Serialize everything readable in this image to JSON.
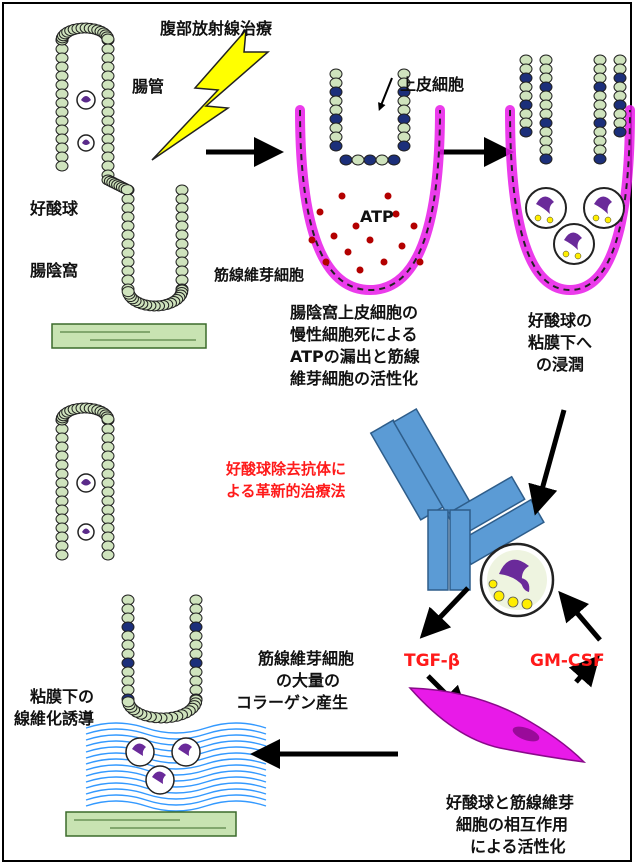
{
  "labels": {
    "radiation": "腹部放射線治療",
    "gut": "腸管",
    "eosinophil": "好酸球",
    "crypt": "腸陰窩",
    "epithelial": "上皮細胞",
    "atp": "ATP",
    "myofibroblast": "筋線維芽細胞",
    "step1": [
      "腸陰窩上皮細胞の",
      "慢性細胞死による",
      "ATPの漏出と筋線",
      "維芽細胞の活性化"
    ],
    "step2": [
      "好酸球の",
      "粘膜下へ",
      "の浸潤"
    ],
    "therapy": [
      "好酸球除去抗体に",
      "よる革新的治療法"
    ],
    "tgf": "TGF-β",
    "gmcsf": "GM-CSF",
    "collagen": [
      "筋線維芽細胞",
      "の大量の",
      "コラーゲン産生"
    ],
    "fibrosis": [
      "粘膜下の",
      "線維化誘導"
    ],
    "interaction": [
      "好酸球と筋線維芽",
      "細胞の相互作用",
      "による活性化"
    ]
  },
  "colors": {
    "red_text": "#ff1a1a",
    "lightning": "#ffff00",
    "epithelium": "#cfe3bd",
    "dark_cell": "#1c2f7a",
    "myofibroblast": "#e81ae8",
    "eosinophil_granule": "#6a2a9a",
    "antibody": "#5b9bd5",
    "atp_dots": "#b30000",
    "collagen": "#3399ff",
    "base_layer": "#c8e3b2"
  },
  "icons": [
    "lightning-icon",
    "antibody-icon",
    "eosinophil-icon",
    "myofibroblast-cell-icon"
  ]
}
